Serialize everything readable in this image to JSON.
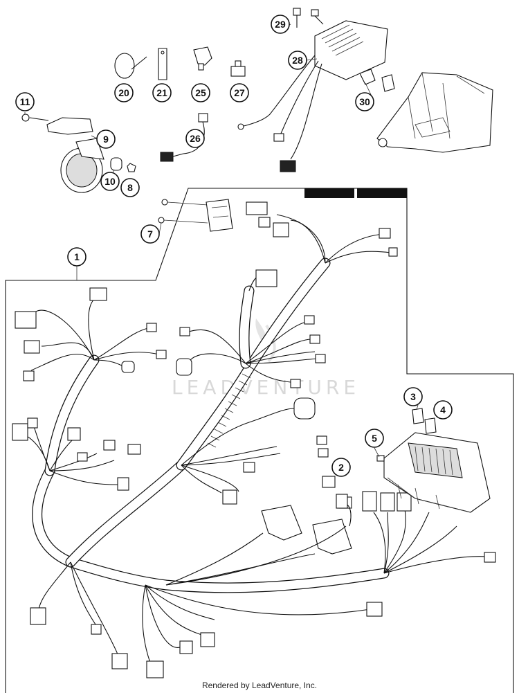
{
  "callouts": [
    {
      "id": "c29",
      "label": "29"
    },
    {
      "id": "c28",
      "label": "28"
    },
    {
      "id": "c30",
      "label": "30"
    },
    {
      "id": "c20",
      "label": "20"
    },
    {
      "id": "c21",
      "label": "21"
    },
    {
      "id": "c25",
      "label": "25"
    },
    {
      "id": "c27",
      "label": "27"
    },
    {
      "id": "c26",
      "label": "26"
    },
    {
      "id": "c11",
      "label": "11"
    },
    {
      "id": "c9",
      "label": "9"
    },
    {
      "id": "c10",
      "label": "10"
    },
    {
      "id": "c8",
      "label": "8"
    },
    {
      "id": "c7",
      "label": "7"
    },
    {
      "id": "c1",
      "label": "1"
    },
    {
      "id": "c3",
      "label": "3"
    },
    {
      "id": "c4",
      "label": "4"
    },
    {
      "id": "c5",
      "label": "5"
    },
    {
      "id": "c2",
      "label": "2"
    }
  ],
  "watermark": "LEADVENTURE",
  "footer": "Rendered by LeadVenture, Inc."
}
